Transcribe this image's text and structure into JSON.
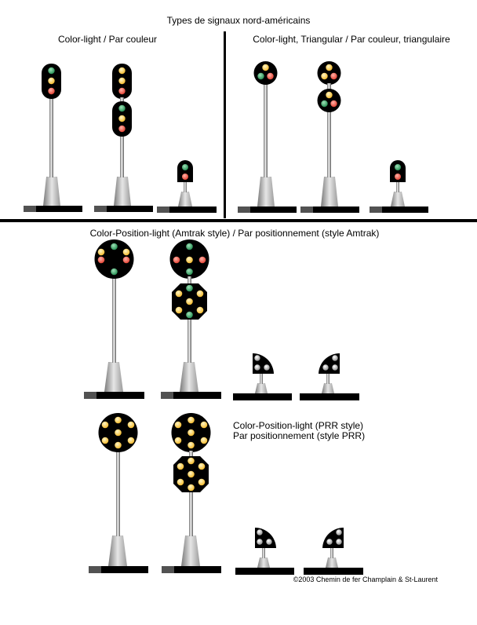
{
  "title": "Types de signaux nord-américains",
  "sections": {
    "color_light": "Color-light / Par couleur",
    "triangular": "Color-light, Triangular / Par couleur, triangulaire",
    "amtrak": "Color-Position-light (Amtrak style) / Par positionnement (style Amtrak)",
    "prr_line1": "Color-Position-light (PRR style)",
    "prr_line2": "Par positionnement (style PRR)"
  },
  "copyright": "©2003 Chemin de fer Champlain & St-Laurent",
  "colors": {
    "green": "#1e8a4c",
    "red": "#e23b2c",
    "yellow": "#f2c12e",
    "white": "#e8e8e8",
    "head": "#000000"
  }
}
